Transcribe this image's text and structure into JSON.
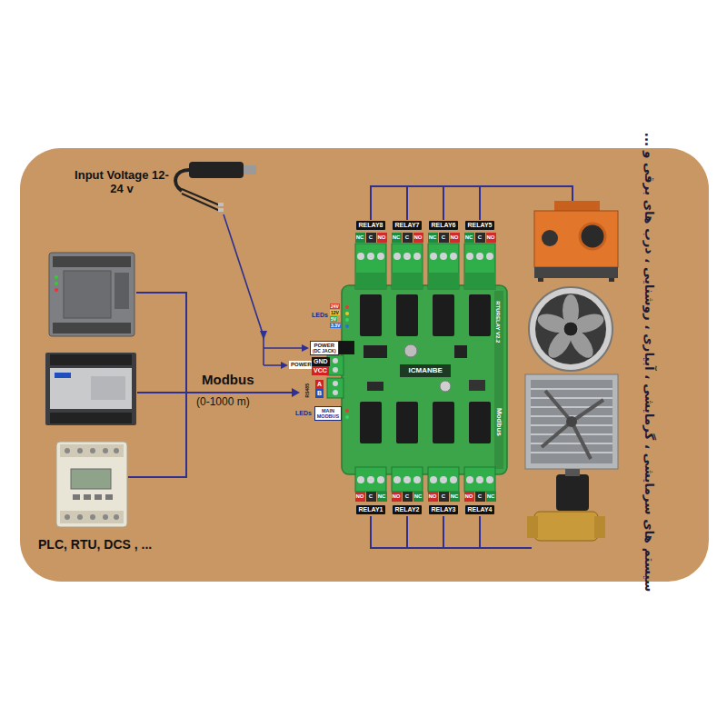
{
  "diagram": {
    "nodes": [
      {
        "text": [
          "RTURELAY V2.2",
          "ICMANBE",
          "Modbus"
        ]
      },
      {
        "text": [
          "RELAY8"
        ]
      },
      {
        "text": [
          "RELAY7"
        ]
      },
      {
        "text": [
          "RELAY6"
        ]
      },
      {
        "text": [
          "RELAY5"
        ]
      },
      {
        "text": [
          "NC"
        ]
      },
      {
        "text": [
          "C"
        ]
      },
      {
        "text": [
          "NO"
        ]
      },
      {
        "text": [
          "NC"
        ]
      },
      {
        "text": [
          "C"
        ]
      },
      {
        "text": [
          "NO"
        ]
      },
      {
        "text": [
          "NC"
        ]
      },
      {
        "text": [
          "C"
        ]
      },
      {
        "text": [
          "NO"
        ]
      },
      {
        "text": [
          "NC"
        ]
      },
      {
        "text": [
          "C"
        ]
      },
      {
        "text": [
          "NO"
        ]
      },
      {
        "text": [
          "POWER",
          "(DC JACK)"
        ]
      },
      {
        "text": [
          "POWER"
        ]
      },
      {
        "text": [
          "GND"
        ]
      },
      {
        "text": [
          "VCC"
        ]
      },
      {
        "text": [
          "A"
        ]
      },
      {
        "text": [
          "B"
        ]
      },
      {
        "text": [
          "MAIN MODBUS"
        ]
      },
      {
        "text": [
          "NO"
        ]
      },
      {
        "text": [
          "C"
        ]
      },
      {
        "text": [
          "NC"
        ]
      },
      {
        "text": [
          "NO"
        ]
      },
      {
        "text": [
          "C"
        ]
      },
      {
        "text": [
          "NC"
        ]
      },
      {
        "text": [
          "NO"
        ]
      },
      {
        "text": [
          "C"
        ]
      },
      {
        "text": [
          "NC"
        ]
      },
      {
        "text": [
          "NO"
        ]
      },
      {
        "text": [
          "C"
        ]
      },
      {
        "text": [
          "NC"
        ]
      },
      {
        "text": [
          "RELAY1"
        ]
      },
      {
        "text": [
          "RELAY2"
        ]
      },
      {
        "text": [
          "RELAY3"
        ]
      },
      {
        "text": [
          "RELAY4"
        ]
      }
    ],
    "labels": [
      "Input Voltage 12-24 v",
      "LEDs",
      "24V",
      "12V",
      "5V",
      "3.3V",
      "Modbus",
      "(0-1000 m)",
      "RS485",
      "LEDs",
      "PLC, RTU, DCS , ...",
      "سیستم های سرمایشی ، گرمایشی ، آبیاری ، روشنایی ، درب های برقی و ..."
    ]
  }
}
